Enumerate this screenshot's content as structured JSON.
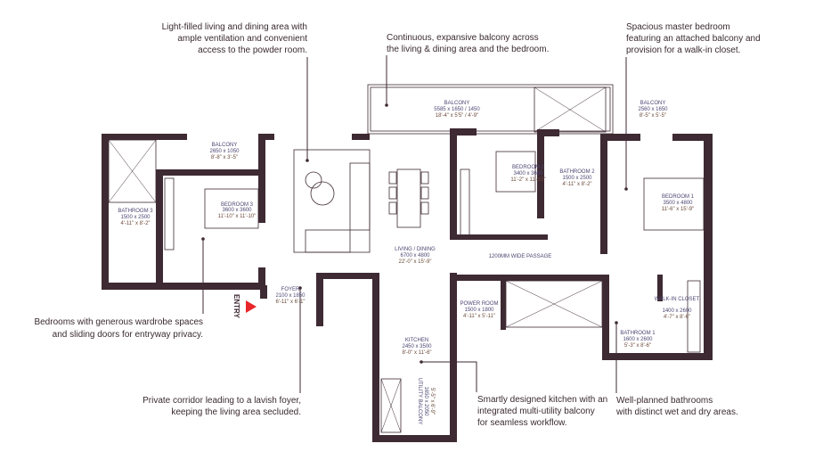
{
  "callouts": [
    {
      "lines": [
        "Light-filled living and dining area with",
        "ample ventilation and convenient",
        "access to the powder room."
      ]
    },
    {
      "lines": [
        "Continuous, expansive balcony across",
        "the living & dining area and the bedroom."
      ]
    },
    {
      "lines": [
        "Spacious master bedroom",
        "featuring an attached balcony and",
        "provision for a walk-in closet."
      ]
    },
    {
      "lines": [
        "Bedrooms with generous wardrobe spaces",
        "and sliding doors for entryway privacy."
      ]
    },
    {
      "lines": [
        "Private corridor leading to a lavish foyer,",
        "keeping the living area secluded."
      ]
    },
    {
      "lines": [
        "Smartly designed kitchen with an",
        "integrated multi-utility balcony",
        "for seamless workflow."
      ]
    },
    {
      "lines": [
        "Well-planned bathrooms",
        "with distinct wet and dry areas."
      ]
    }
  ],
  "rooms": {
    "balcony_main": {
      "name": "BALCONY",
      "metric": "5585 x 1650 / 1450",
      "imperial": "18'-4\" x 5'5\" / 4'-9\""
    },
    "balcony_br3": {
      "name": "BALCONY",
      "metric": "2650 x 1050",
      "imperial": "8'-8\" x 3'-5\""
    },
    "balcony_br1": {
      "name": "BALCONY",
      "metric": "2560 x 1650",
      "imperial": "8'-5\" x 5'-5\""
    },
    "bedroom3": {
      "name": "BEDROOM 3",
      "metric": "3600 x 3600",
      "imperial": "11'-10\" x 11'-10\""
    },
    "bathroom3": {
      "name": "BATHROOM 3",
      "metric": "1500 x 2500",
      "imperial": "4'-11\" x 8'-2\""
    },
    "bedroom2": {
      "name": "BEDROOM 2",
      "metric": "3400 x 3600",
      "imperial": "11'-2\" x 11'-10\""
    },
    "bathroom2": {
      "name": "BATHROOM 2",
      "metric": "1500 x 2500",
      "imperial": "4'-11\" x 8'-2\""
    },
    "bedroom1": {
      "name": "BEDROOM 1",
      "metric": "3500 x 4800",
      "imperial": "11'-6\" x 15'-9\""
    },
    "living": {
      "name": "LIVING / DINING",
      "metric": "6700 x 4800",
      "imperial": "22'-0\" x 15'-9\""
    },
    "passage": {
      "name": "1200MM WIDE PASSAGE"
    },
    "foyer": {
      "name": "FOYER",
      "metric": "2100 x 1850",
      "imperial": "6'-11\" x 6'-1\""
    },
    "power_room": {
      "name": "POWER ROOM",
      "metric": "1500 x 1800",
      "imperial": "4'-11\" x 5'-11\""
    },
    "kitchen": {
      "name": "KITCHEN",
      "metric": "2450 x 3500",
      "imperial": "8'-0\" x 11'-6\""
    },
    "utility": {
      "name": "UTILITY BALCONY",
      "metric": "1650 x 2050",
      "imperial": "5'-5\" x 6'-9\""
    },
    "bathroom1": {
      "name": "BATHROOM 1",
      "metric": "1600 x 2600",
      "imperial": "5'-3\" x 8'-6\""
    },
    "closet": {
      "name": "WALK-IN CLOSET",
      "metric": "1400 x 2600",
      "imperial": "4'-7\" x 8'-6\""
    }
  },
  "entry_label": "ENTRY",
  "colors": {
    "wall": "#3e2a33",
    "label": "#4b4672",
    "imperial": "#6b4a3a",
    "entry_arrow": "#e8262a"
  }
}
